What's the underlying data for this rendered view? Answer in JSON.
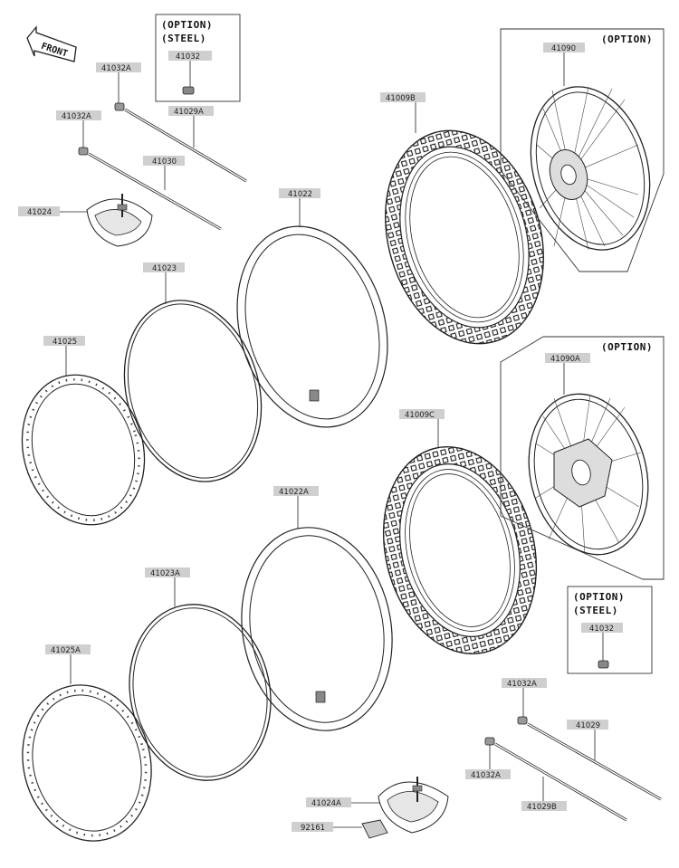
{
  "front_arrow": {
    "text": "FRONT"
  },
  "option_boxes": {
    "steel_top": {
      "line1": "(OPTION)",
      "line2": "(STEEL)",
      "part": "41032"
    },
    "wheel_front": {
      "line1": "(OPTION)",
      "part": "41090"
    },
    "wheel_rear": {
      "line1": "(OPTION)",
      "part": "41090A"
    },
    "steel_bottom": {
      "line1": "(OPTION)",
      "line2": "(STEEL)",
      "part": "41032"
    }
  },
  "labels": {
    "p41032A_1": "41032A",
    "p41032A_2": "41032A",
    "p41029A": "41029A",
    "p41030": "41030",
    "p41024": "41024",
    "p41022": "41022",
    "p41023": "41023",
    "p41025": "41025",
    "p41009B": "41009B",
    "p41009C": "41009C",
    "p41022A": "41022A",
    "p41023A": "41023A",
    "p41025A": "41025A",
    "p41032A_3": "41032A",
    "p41029": "41029",
    "p41032A_4": "41032A",
    "p41029B": "41029B",
    "p41024A": "41024A",
    "p92161": "92161"
  },
  "colors": {
    "line": "#222222",
    "label_bg": "#cfcfcf"
  }
}
